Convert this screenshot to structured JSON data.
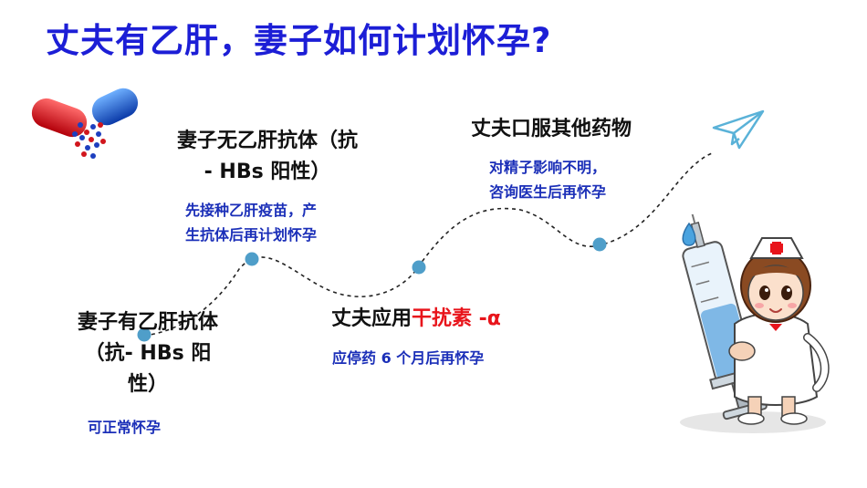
{
  "title": "丈夫有乙肝，妻子如何计划怀孕?",
  "steps": [
    {
      "heading_line1": "妻子有乙肝抗体",
      "heading_line2": "（抗- HBs 阳",
      "heading_line3": "性）",
      "note": "可正常怀孕"
    },
    {
      "heading_line1": "妻子无乙肝抗体（抗",
      "heading_line2": "- HBs 阳性）",
      "note_line1": "先接种乙肝疫苗，产",
      "note_line2": "生抗体后再计划怀孕"
    },
    {
      "heading_prefix": "丈夫应用",
      "heading_highlight": "干扰素 -α",
      "note": "应停药 6 个月后再怀孕"
    },
    {
      "heading": "丈夫口服其他药物",
      "note_line1": "对精子影响不明，",
      "note_line2": "咨询医生后再怀孕"
    }
  ],
  "colors": {
    "title": "#1c1ed6",
    "note": "#1b2fb8",
    "highlight": "#e8141b",
    "dot": "#4f9ec9"
  },
  "icons": [
    "capsule-pills-icon",
    "paper-plane-icon",
    "nurse-with-syringe-illustration"
  ]
}
